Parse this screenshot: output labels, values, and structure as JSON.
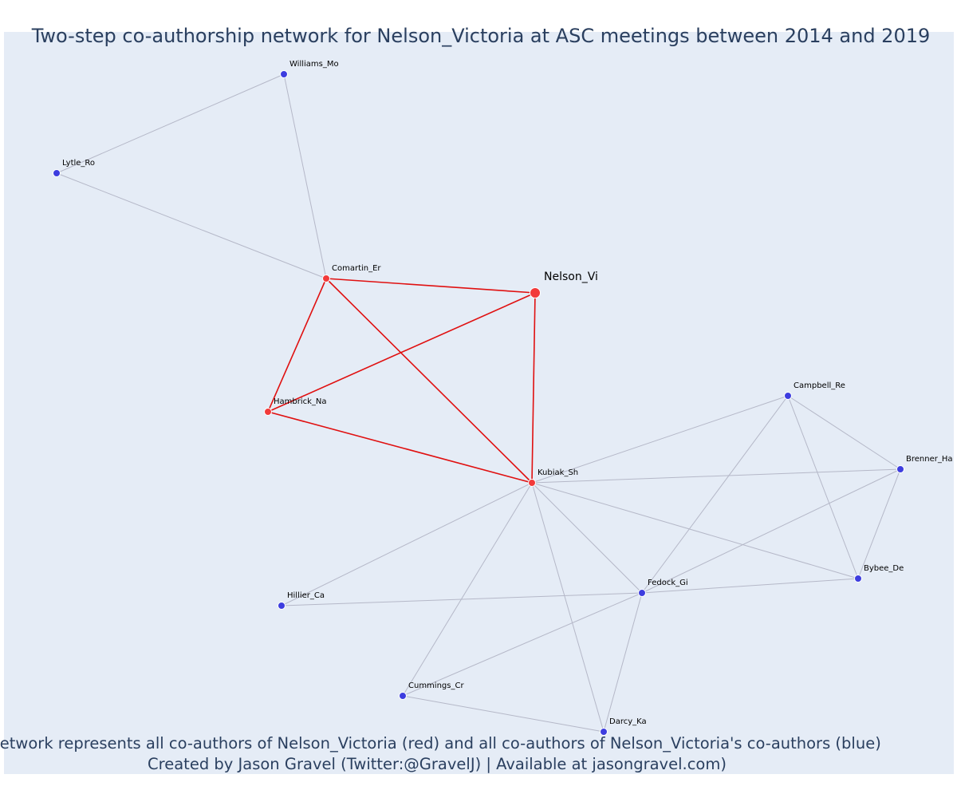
{
  "title": "Two-step co-authorship network for Nelson_Victoria at ASC meetings between 2014 and 2019",
  "caption_line1": "Network represents all co-authors of Nelson_Victoria (red) and all co-authors of Nelson_Victoria's co-authors (blue)",
  "caption_line2": "Created by Jason Gravel (Twitter:@GravelJ) | Available at jasongravel.com)",
  "colors": {
    "background": "#e5ecf6",
    "coauthor_node": "#f23a3a",
    "second_step_node": "#3d3ddf",
    "red_edge": "#e01010",
    "grey_edge": "#b5b8c8",
    "text": "#2a3f5f"
  },
  "nodes": [
    {
      "id": "Nelson_Vi",
      "group": "focal"
    },
    {
      "id": "Comartin_Er",
      "group": "coauthor"
    },
    {
      "id": "Hambrick_Na",
      "group": "coauthor"
    },
    {
      "id": "Kubiak_Sh",
      "group": "coauthor"
    },
    {
      "id": "Williams_Mo",
      "group": "second"
    },
    {
      "id": "Lytle_Ro",
      "group": "second"
    },
    {
      "id": "Campbell_Re",
      "group": "second"
    },
    {
      "id": "Brenner_Ha",
      "group": "second"
    },
    {
      "id": "Bybee_De",
      "group": "second"
    },
    {
      "id": "Fedock_Gi",
      "group": "second"
    },
    {
      "id": "Hillier_Ca",
      "group": "second"
    },
    {
      "id": "Cummings_Cr",
      "group": "second"
    },
    {
      "id": "Darcy_Ka",
      "group": "second"
    }
  ],
  "edges": [
    {
      "source": "Comartin_Er",
      "target": "Nelson_Vi",
      "type": "red"
    },
    {
      "source": "Hambrick_Na",
      "target": "Nelson_Vi",
      "type": "red"
    },
    {
      "source": "Kubiak_Sh",
      "target": "Nelson_Vi",
      "type": "red"
    },
    {
      "source": "Comartin_Er",
      "target": "Hambrick_Na",
      "type": "red"
    },
    {
      "source": "Comartin_Er",
      "target": "Kubiak_Sh",
      "type": "red"
    },
    {
      "source": "Hambrick_Na",
      "target": "Kubiak_Sh",
      "type": "red"
    },
    {
      "source": "Williams_Mo",
      "target": "Lytle_Ro",
      "type": "grey"
    },
    {
      "source": "Williams_Mo",
      "target": "Comartin_Er",
      "type": "grey"
    },
    {
      "source": "Lytle_Ro",
      "target": "Comartin_Er",
      "type": "grey"
    },
    {
      "source": "Kubiak_Sh",
      "target": "Campbell_Re",
      "type": "grey"
    },
    {
      "source": "Kubiak_Sh",
      "target": "Brenner_Ha",
      "type": "grey"
    },
    {
      "source": "Kubiak_Sh",
      "target": "Bybee_De",
      "type": "grey"
    },
    {
      "source": "Kubiak_Sh",
      "target": "Fedock_Gi",
      "type": "grey"
    },
    {
      "source": "Kubiak_Sh",
      "target": "Hillier_Ca",
      "type": "grey"
    },
    {
      "source": "Kubiak_Sh",
      "target": "Cummings_Cr",
      "type": "grey"
    },
    {
      "source": "Kubiak_Sh",
      "target": "Darcy_Ka",
      "type": "grey"
    },
    {
      "source": "Campbell_Re",
      "target": "Brenner_Ha",
      "type": "grey"
    },
    {
      "source": "Campbell_Re",
      "target": "Bybee_De",
      "type": "grey"
    },
    {
      "source": "Campbell_Re",
      "target": "Fedock_Gi",
      "type": "grey"
    },
    {
      "source": "Brenner_Ha",
      "target": "Bybee_De",
      "type": "grey"
    },
    {
      "source": "Brenner_Ha",
      "target": "Fedock_Gi",
      "type": "grey"
    },
    {
      "source": "Bybee_De",
      "target": "Fedock_Gi",
      "type": "grey"
    },
    {
      "source": "Fedock_Gi",
      "target": "Hillier_Ca",
      "type": "grey"
    },
    {
      "source": "Fedock_Gi",
      "target": "Cummings_Cr",
      "type": "grey"
    },
    {
      "source": "Fedock_Gi",
      "target": "Darcy_Ka",
      "type": "grey"
    },
    {
      "source": "Cummings_Cr",
      "target": "Darcy_Ka",
      "type": "grey"
    }
  ]
}
